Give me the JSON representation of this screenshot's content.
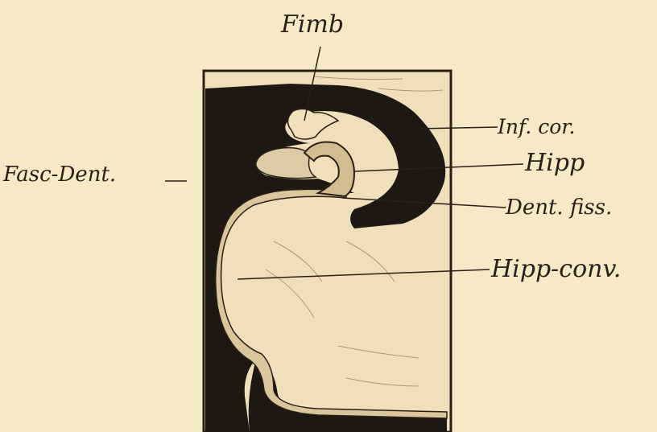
{
  "labels": {
    "fimb": "Fimb",
    "inf_cor": "Inf. cor.",
    "hipp": "Hipp",
    "fasc_dent": "Fasc-Dent.",
    "dent_fiss": "Dent. fiss.",
    "hipp_conv": "Hipp-conv."
  },
  "colors": {
    "paper": "#f6e9c7",
    "ink": "#1f1812",
    "tissue": "#efe0bb"
  }
}
